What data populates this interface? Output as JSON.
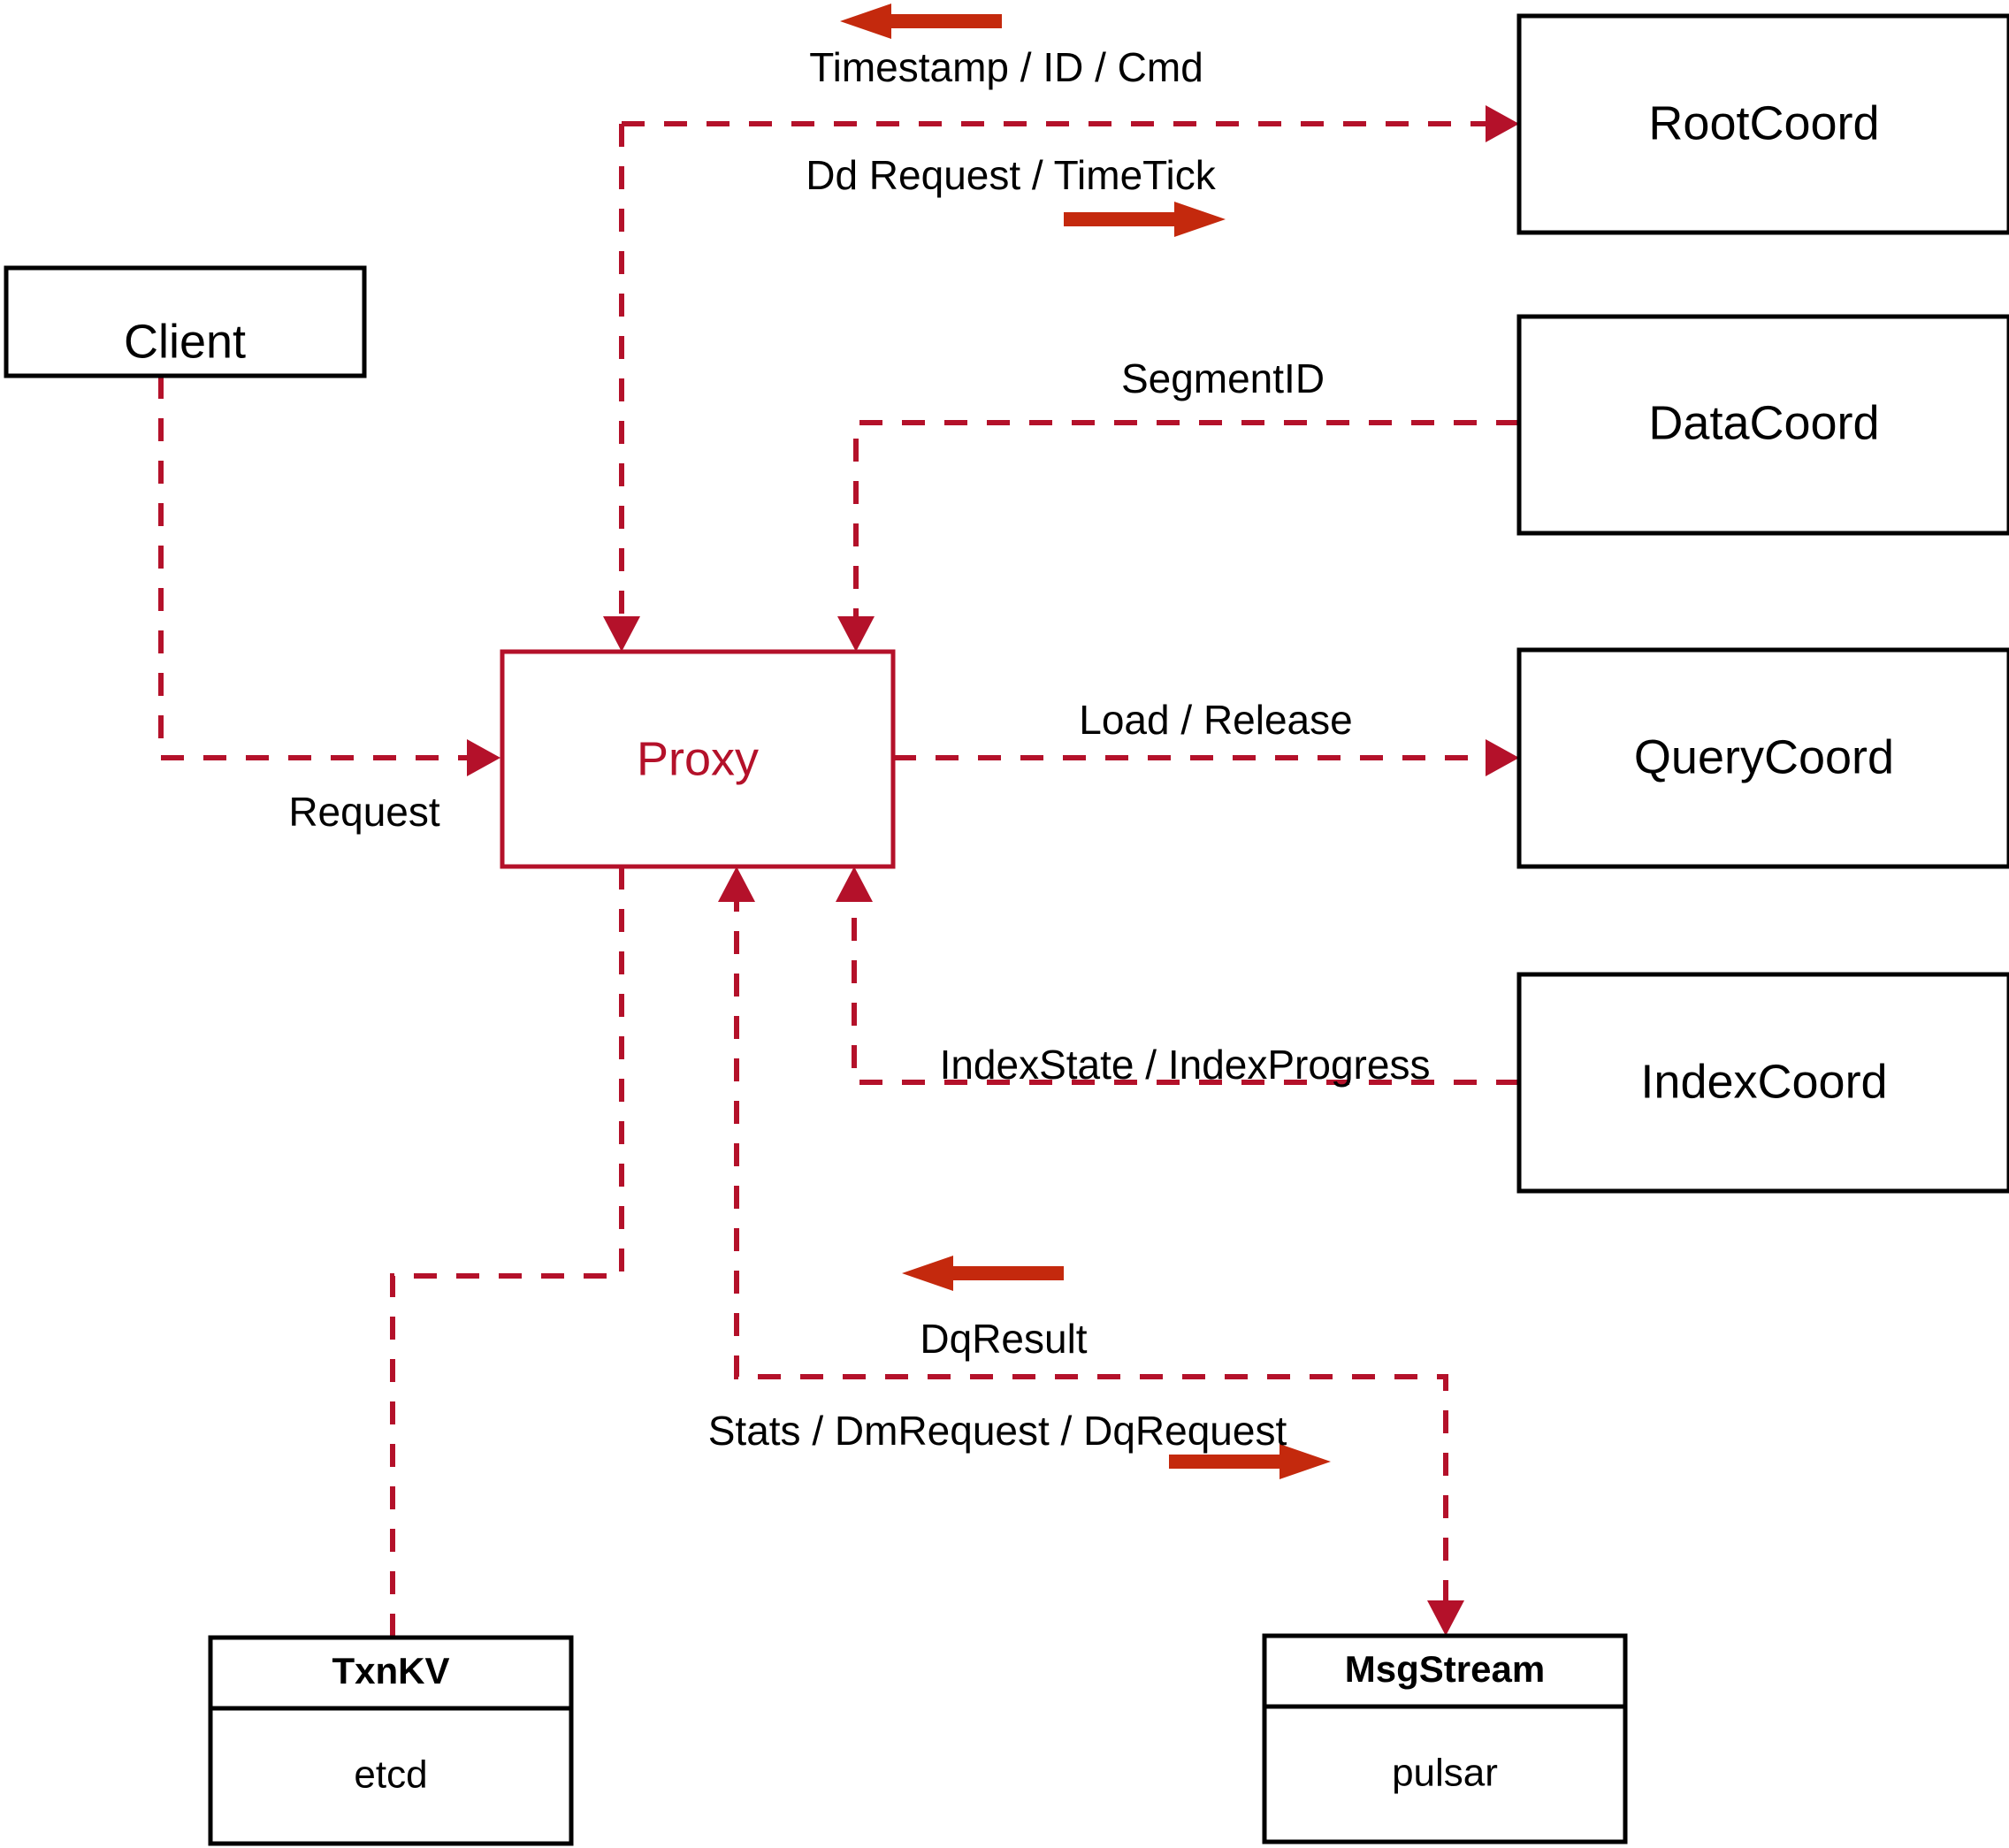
{
  "diagram": {
    "title": "Milvus Proxy interaction diagram",
    "colors": {
      "dashed_edge": "#b4112a",
      "proxy_border": "#b4112a",
      "proxy_text": "#b4112a",
      "thick_arrow": "#c4290d",
      "box_border": "#000000",
      "background": "#ffffff",
      "label_text": "#000000"
    },
    "nodes": {
      "client": {
        "label": "Client"
      },
      "proxy": {
        "label": "Proxy"
      },
      "root_coord": {
        "label": "RootCoord"
      },
      "data_coord": {
        "label": "DataCoord"
      },
      "query_coord": {
        "label": "QueryCoord"
      },
      "index_coord": {
        "label": "IndexCoord"
      },
      "txnkv": {
        "title": "TxnKV",
        "impl": "etcd"
      },
      "msgstream": {
        "title": "MsgStream",
        "impl": "pulsar"
      }
    },
    "edges": [
      {
        "id": "client-proxy",
        "label": "Request",
        "from": "client",
        "to": "proxy",
        "direction": "right"
      },
      {
        "id": "rootcoord-timestamp",
        "label": "Timestamp / ID / Cmd",
        "from": "root_coord",
        "to": "proxy",
        "direction": "left"
      },
      {
        "id": "proxy-rootcoord",
        "label": "Dd Request / TimeTick",
        "from": "proxy",
        "to": "root_coord",
        "direction": "right"
      },
      {
        "id": "datacoord-segmentid",
        "label": "SegmentID",
        "from": "data_coord",
        "to": "proxy",
        "direction": "left"
      },
      {
        "id": "proxy-querycoord",
        "label": "Load / Release",
        "from": "proxy",
        "to": "query_coord",
        "direction": "right"
      },
      {
        "id": "indexcoord-state",
        "label": "IndexState / IndexProgress",
        "from": "index_coord",
        "to": "proxy",
        "direction": "left"
      },
      {
        "id": "msgstream-dqresult",
        "label": "DqResult",
        "from": "msgstream",
        "to": "proxy",
        "direction": "left"
      },
      {
        "id": "proxy-msgstream",
        "label": "Stats / DmRequest / DqRequest",
        "from": "proxy",
        "to": "msgstream",
        "direction": "right"
      },
      {
        "id": "proxy-txnkv",
        "label": "",
        "from": "proxy",
        "to": "txnkv",
        "direction": "down"
      }
    ]
  }
}
